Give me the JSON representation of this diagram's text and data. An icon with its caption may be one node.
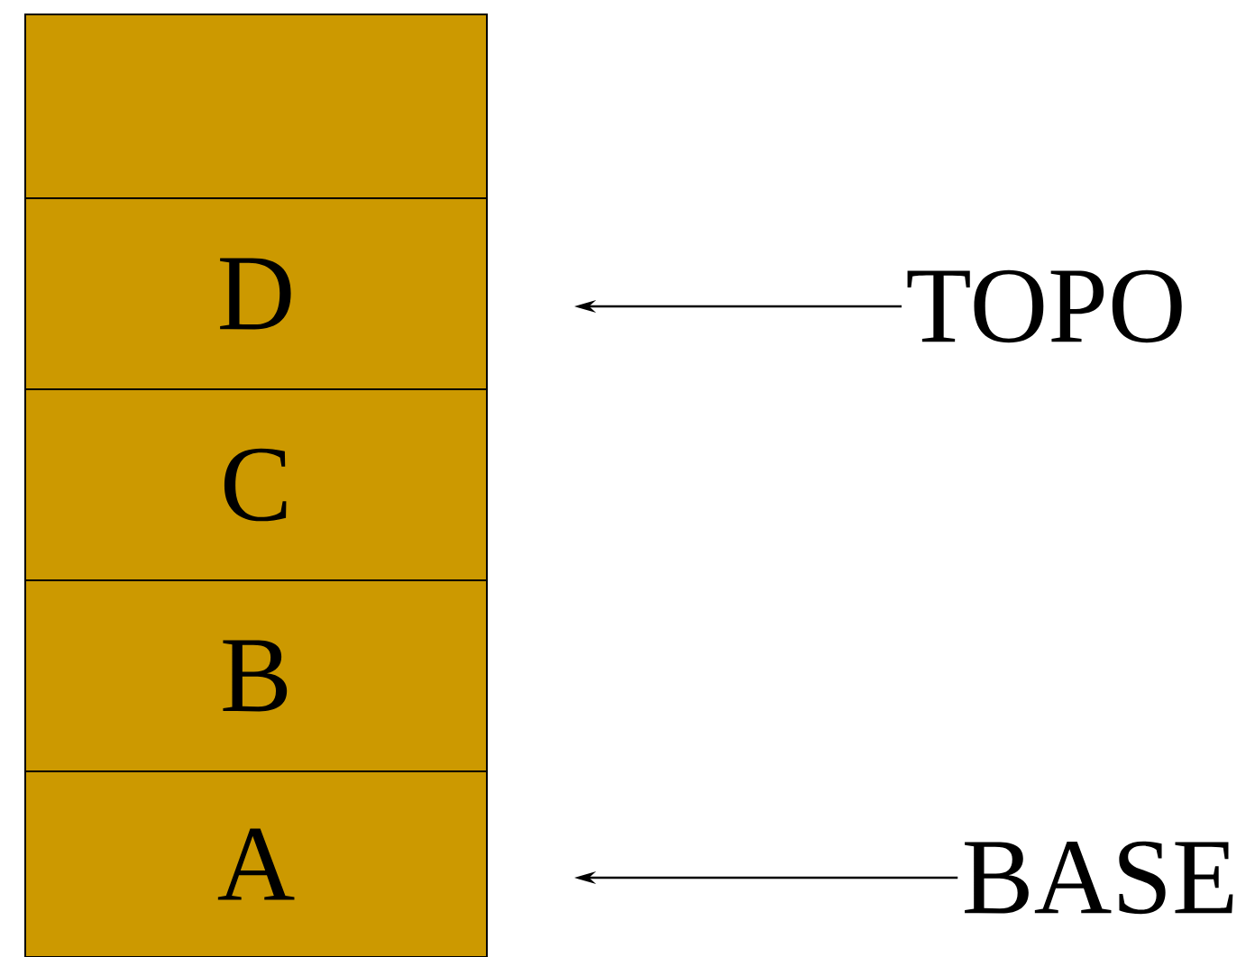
{
  "diagram": {
    "nodes": [
      {
        "text": [],
        "shape": "box"
      },
      {
        "text": [
          "D"
        ]
      },
      {
        "text": [
          "C"
        ]
      },
      {
        "text": [
          "B"
        ]
      },
      {
        "text": [
          "A"
        ]
      },
      {
        "text": [
          "TOPO"
        ]
      },
      {
        "text": [
          "BASE"
        ]
      }
    ],
    "edges": [
      {
        "from": 5,
        "to": 1,
        "arrow": "to"
      },
      {
        "from": 6,
        "to": 4,
        "arrow": "to"
      }
    ]
  }
}
